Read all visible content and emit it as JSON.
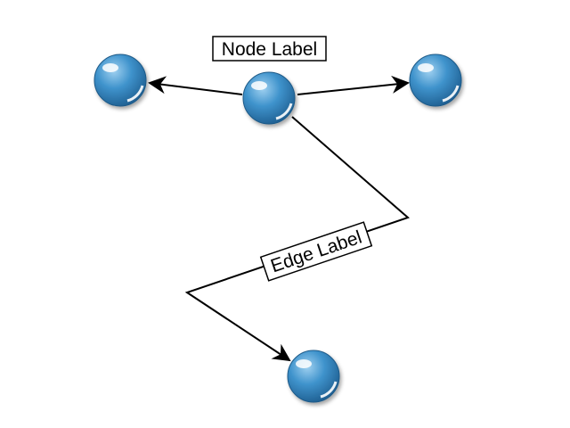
{
  "diagram": {
    "node_label": "Node Label",
    "edge_label": "Edge Label",
    "colors": {
      "background": "#ffffff",
      "node_fill_light": "#6fb1dc",
      "node_fill_mid": "#3a8cc6",
      "node_fill_dark": "#1f5f92",
      "node_outline": "#1e5a88",
      "edge_stroke": "#000000",
      "label_border": "#000000"
    },
    "nodes": [
      {
        "id": "center",
        "label": "Node Label"
      },
      {
        "id": "left"
      },
      {
        "id": "right"
      },
      {
        "id": "bottom"
      }
    ],
    "edges": [
      {
        "from": "center",
        "to": "left",
        "directed": true
      },
      {
        "from": "center",
        "to": "right",
        "directed": true
      },
      {
        "from": "center",
        "to": "bottom",
        "directed": true,
        "label": "Edge Label",
        "routing": "orthogonal-bends"
      }
    ]
  }
}
